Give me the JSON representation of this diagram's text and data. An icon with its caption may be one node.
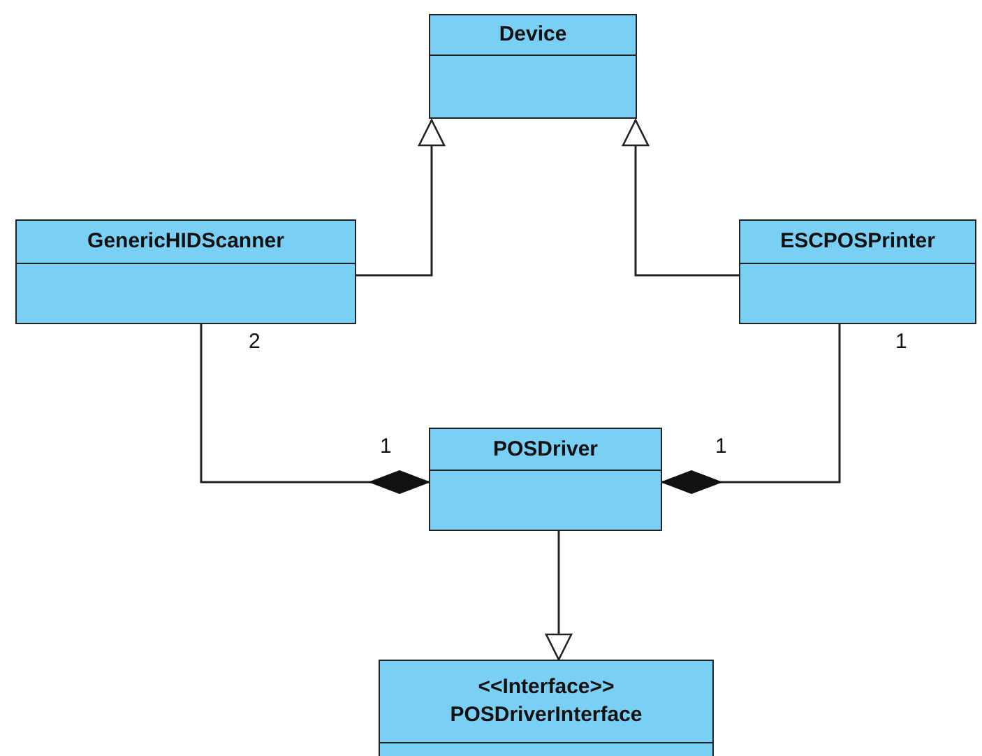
{
  "diagram": {
    "nodes": [
      {
        "text": [
          "Device"
        ]
      },
      {
        "text": [
          "GenericHIDScanner"
        ]
      },
      {
        "text": [
          "ESCPOSPrinter"
        ]
      },
      {
        "text": [
          "POSDriver"
        ]
      },
      {
        "text": [
          "<<Interface>>",
          "POSDriverInterface"
        ]
      }
    ],
    "edges": [
      {
        "from": 1,
        "to": 0,
        "arrow": "to"
      },
      {
        "from": 2,
        "to": 0,
        "arrow": "to"
      },
      {
        "from": 1,
        "to": 3,
        "arrow": "other"
      },
      {
        "from": 2,
        "to": 3,
        "arrow": "other"
      },
      {
        "from": 3,
        "to": 4,
        "arrow": "to"
      }
    ],
    "labels": [
      "2",
      "1",
      "1",
      "1"
    ]
  }
}
